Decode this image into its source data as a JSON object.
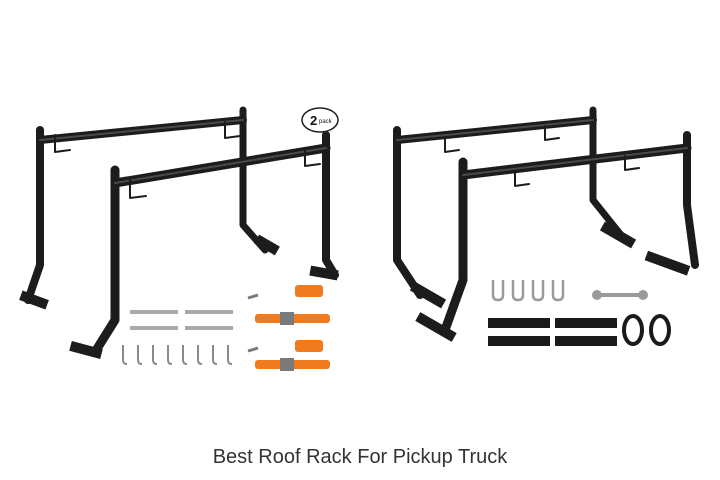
{
  "caption": "Best Roof Rack For Pickup Truck",
  "badge": {
    "number": "2",
    "word": "pack"
  },
  "colors": {
    "steel": "#1c1c1c",
    "steel_highlight": "#4a4a4a",
    "strap": "#f07a1e",
    "hardware": "#a9a9a9",
    "pad": "#1a1a1a",
    "background": "#ffffff"
  },
  "icons": [
    "ladder-rack-left-icon",
    "ladder-rack-right-icon",
    "ratchet-strap-icon",
    "j-hook-icon",
    "u-bolt-icon",
    "wrench-icon",
    "tie-down-coil-icon",
    "mounting-pad-icon"
  ]
}
